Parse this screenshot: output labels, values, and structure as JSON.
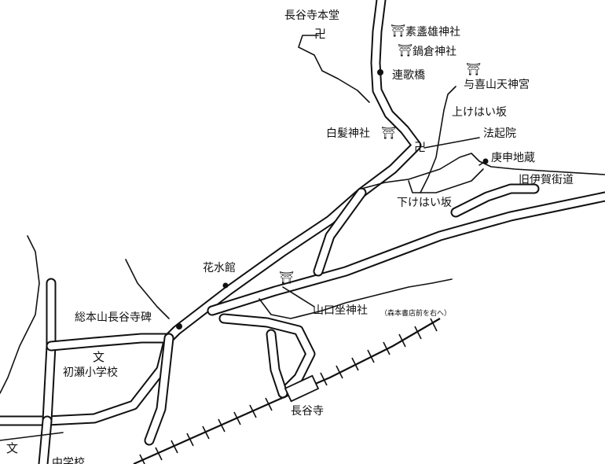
{
  "map": {
    "places": {
      "hondo": "長谷寺本堂",
      "susanoo": "素盞雄神社",
      "nabekura": "鍋倉神社",
      "renga": "連歌橋",
      "yoki": "与喜山天神宮",
      "kamikehai": "上けはい坂",
      "hakuhatsu": "白髪神社",
      "hokiin": "法起院",
      "koshin": "庚申地蔵",
      "igakaido": "旧伊賀街道",
      "shimokehai": "下けはい坂",
      "kasuikan": "花水館",
      "hasedera_hi": "総本山長谷寺碑",
      "yamaguchi": "山口坐神社",
      "yamaguchi_note": "（森本書店前を右へ）",
      "hatsuse_school": "初瀬小学校",
      "chugakko": "中学校",
      "station": "長谷寺"
    },
    "symbols": {
      "torii": "⛩",
      "temple": "卍",
      "school": "文"
    }
  }
}
